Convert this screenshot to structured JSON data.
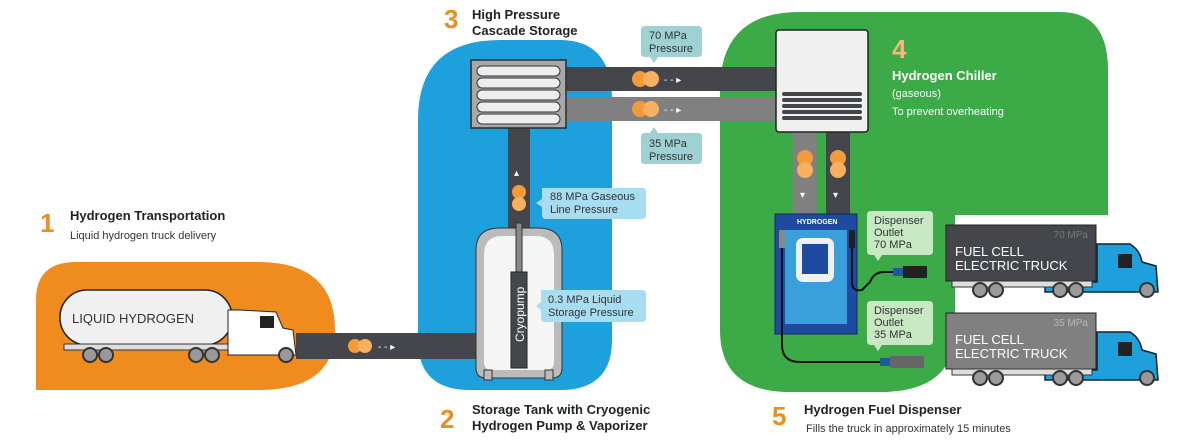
{
  "colors": {
    "orange": "#f08c1e",
    "blue": "#1ea0dc",
    "green": "#3caa46",
    "pipe_dark": "#45464c",
    "pipe_light": "#808080",
    "step_number": "#f08c1e",
    "chiller_number": "#f5b87a",
    "callout_teal": "#9fd0d2",
    "callout_blue": "#a8dcf0",
    "callout_green": "#c8e8c4",
    "dispenser_dark": "#1e4aa0",
    "dispenser_light": "#3aa0dc",
    "truck_cab": "#1ea0dc"
  },
  "steps": [
    {
      "number": "1",
      "title": "Hydrogen Transportation",
      "subtitle": "Liquid hydrogen truck delivery"
    },
    {
      "number": "2",
      "title_line1": "Storage Tank with Cryogenic",
      "title_line2": "Hydrogen Pump & Vaporizer"
    },
    {
      "number": "3",
      "title_line1": "High Pressure",
      "title_line2": "Cascade Storage"
    },
    {
      "number": "4",
      "title": "Hydrogen Chiller",
      "subtitle1": "(gaseous)",
      "subtitle2": "To prevent overheating"
    },
    {
      "number": "5",
      "title": "Hydrogen Fuel Dispenser",
      "subtitle": "Fills the truck in approximately 15 minutes"
    }
  ],
  "delivery_truck": {
    "tank_label": "LIQUID HYDROGEN"
  },
  "storage_tank": {
    "pump_label": "Cryopump"
  },
  "callouts": {
    "gaseous_line": {
      "line1": "88 MPa Gaseous",
      "line2": "Line Pressure"
    },
    "liquid_storage": {
      "line1": "0.3 MPa Liquid",
      "line2": "Storage Pressure"
    },
    "pressure_70": {
      "line1": "70 MPa",
      "line2": "Pressure"
    },
    "pressure_35": {
      "line1": "35 MPa",
      "line2": "Pressure"
    },
    "outlet_70": {
      "line1": "Dispenser",
      "line2": "Outlet",
      "line3": "70 MPa"
    },
    "outlet_35": {
      "line1": "Dispenser",
      "line2": "Outlet",
      "line3": "35 MPa"
    }
  },
  "dispenser": {
    "label": "HYDROGEN"
  },
  "trucks": [
    {
      "pressure": "70 MPa",
      "line1": "FUEL CELL",
      "line2": "ELECTRIC TRUCK"
    },
    {
      "pressure": "35 MPa",
      "line1": "FUEL CELL",
      "line2": "ELECTRIC TRUCK"
    }
  ]
}
